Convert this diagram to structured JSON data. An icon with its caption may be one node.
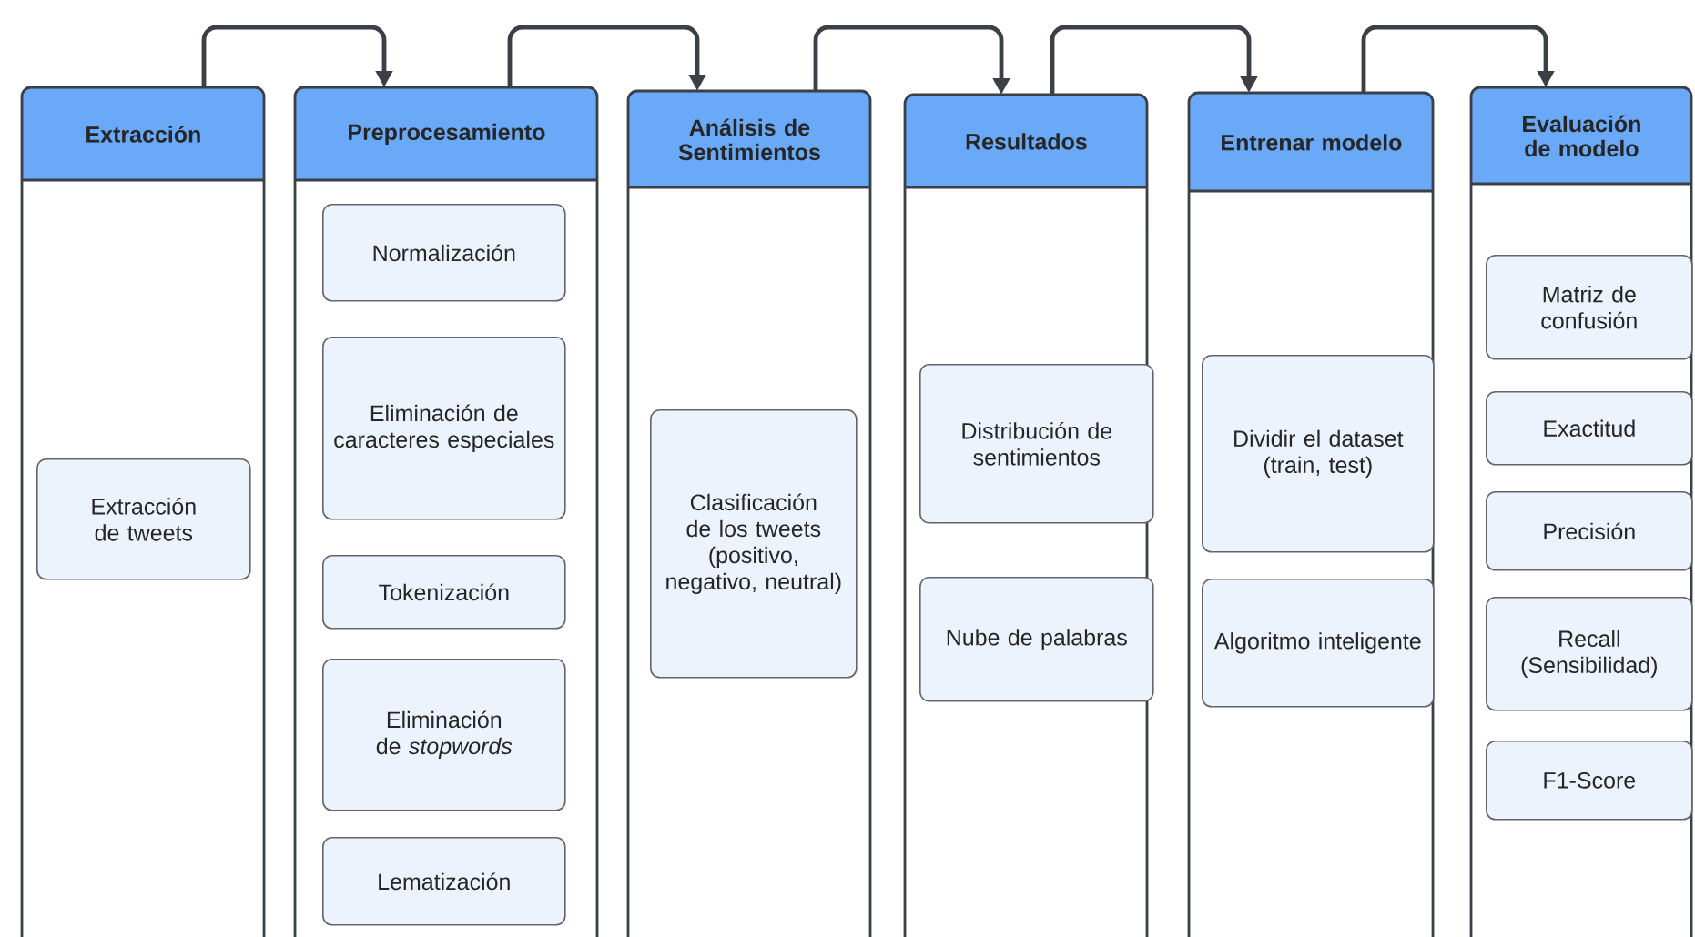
{
  "diagram": {
    "nodes": [
      {
        "text": [
          "Extracción"
        ]
      },
      {
        "text": [
          "Extracción de tweets"
        ],
        "in": 0
      },
      {
        "text": [
          "Preprocesamiento"
        ]
      },
      {
        "text": [
          "Normalización"
        ],
        "in": 2
      },
      {
        "text": [
          "Eliminación de caracteres especiales"
        ],
        "in": 2
      },
      {
        "text": [
          "Tokenización"
        ],
        "in": 2
      },
      {
        "text": [
          "Eliminación de *stopwords*"
        ],
        "in": 2
      },
      {
        "text": [
          "Lematización"
        ],
        "in": 2
      },
      {
        "text": [
          "Análisis de Sentimientos"
        ]
      },
      {
        "text": [
          "Clasificación de los tweets (positivo, negativo, neutral)"
        ],
        "in": 8
      },
      {
        "text": [
          "Resultados"
        ]
      },
      {
        "text": [
          "Distribución de sentimientos"
        ],
        "in": 10
      },
      {
        "text": [
          "Nube de palabras"
        ],
        "in": 10
      },
      {
        "text": [
          "Entrenar modelo"
        ]
      },
      {
        "text": [
          "Dividir el dataset (train, test)"
        ],
        "in": 13
      },
      {
        "text": [
          "Algoritmo inteligente"
        ],
        "in": 13
      },
      {
        "text": [
          "Evaluación de modelo"
        ]
      },
      {
        "text": [
          "Matriz de confusión"
        ],
        "in": 16
      },
      {
        "text": [
          "Exactitud"
        ],
        "in": 16
      },
      {
        "text": [
          "Precisión"
        ],
        "in": 16
      },
      {
        "text": [
          "Recall (Sensibilidad)"
        ],
        "in": 16
      },
      {
        "text": [
          "F1-Score"
        ],
        "in": 16
      }
    ],
    "edges": [
      {
        "from": 0,
        "to": 2,
        "arrow": "to"
      },
      {
        "from": 2,
        "to": 8,
        "arrow": "to"
      },
      {
        "from": 8,
        "to": 10,
        "arrow": "to"
      },
      {
        "from": 10,
        "to": 13,
        "arrow": "to"
      },
      {
        "from": 13,
        "to": 16,
        "arrow": "to"
      }
    ]
  }
}
